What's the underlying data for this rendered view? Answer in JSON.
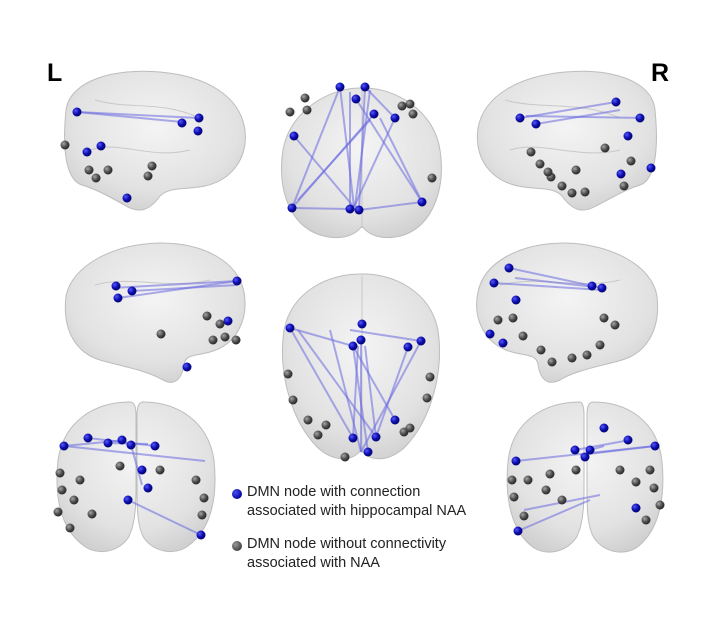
{
  "labels": {
    "left": "L",
    "right": "R"
  },
  "legend": {
    "blue": {
      "line1": "DMN node with connection",
      "line2": "associated with hippocampal NAA"
    },
    "gray": {
      "line1": "DMN node without connectivity",
      "line2": "associated with NAA"
    }
  },
  "colors": {
    "blue_node": "#0b0bb0",
    "gray_node": "#555555",
    "edge": "#6a6ae0",
    "brain": "#d9d9d9"
  }
}
